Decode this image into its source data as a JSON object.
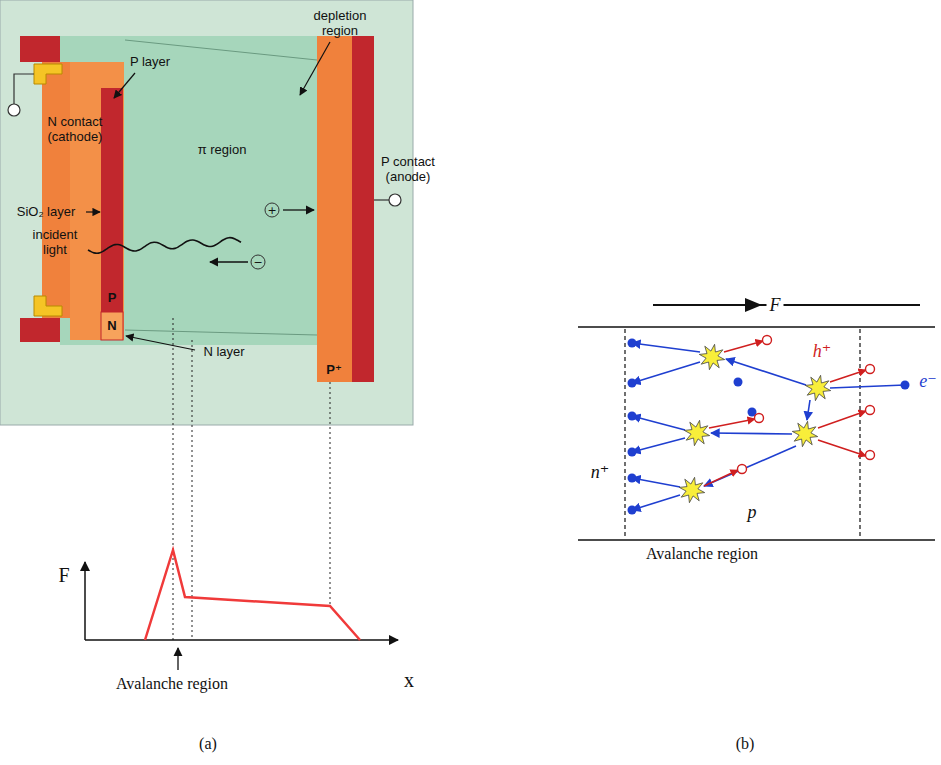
{
  "diagram": {
    "labels": [
      "P layer",
      "depletion region",
      "N contact (cathode)",
      "π region",
      "SiO₂ layer",
      "incident light",
      "+",
      "−",
      "P contact (anode)",
      "P",
      "N",
      "P⁺",
      "N layer",
      "F",
      "Avalanche region",
      "x",
      "(a)",
      "F",
      "h⁺",
      "e⁻",
      "n⁺",
      "p",
      "Avalanche region",
      "(b)"
    ]
  }
}
